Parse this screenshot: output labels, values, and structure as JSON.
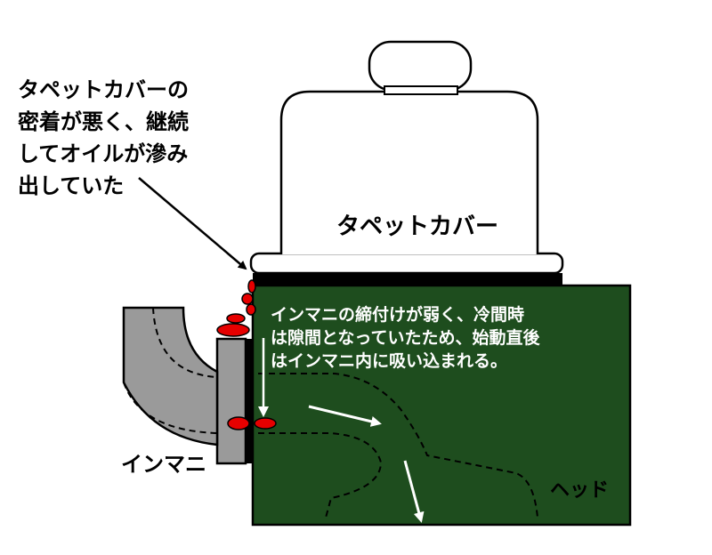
{
  "labels": {
    "tappet_cover": "タペットカバー",
    "intake_manifold": "インマニ",
    "head": "ヘッド"
  },
  "notes": {
    "cover_leak": [
      "タペットカバーの",
      "密着が悪く、継続",
      "してオイルが滲み",
      "出していた"
    ],
    "manifold_intake": [
      "インマニの締付けが弱く、冷間時",
      "は隙間となっていたため、始動直後",
      "はインマニ内に吸い込まれる。"
    ]
  },
  "colors": {
    "head_fill": "#1e4d1e",
    "manifold_fill": "#9a9a9a",
    "oil_drop": "#e60000",
    "outline": "#000000",
    "note_on_head": "#ffffff"
  }
}
